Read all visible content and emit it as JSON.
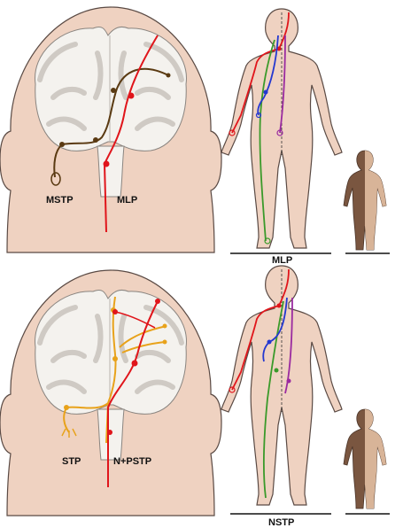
{
  "colors": {
    "skin": "#efd2c1",
    "skin_outline": "#5a4a44",
    "brain_white": "#f4f2ee",
    "brain_gray": "#cfcac4",
    "red": "#e0151b",
    "brown": "#5a3a12",
    "orange": "#e8a21a",
    "green": "#3a9a2a",
    "blue": "#2438d0",
    "purple": "#9a2aa0",
    "silhouette_dark": "#7a5640",
    "silhouette_light": "#d8b498"
  },
  "panels": [
    {
      "id": "top",
      "labels": {
        "left_pathway": "MSTP",
        "right_pathway": "MLP",
        "body_caption": "MLP"
      }
    },
    {
      "id": "bottom",
      "labels": {
        "left_pathway": "STP",
        "right_pathway": "N+PSTP",
        "body_caption": "NSTP"
      }
    }
  ]
}
